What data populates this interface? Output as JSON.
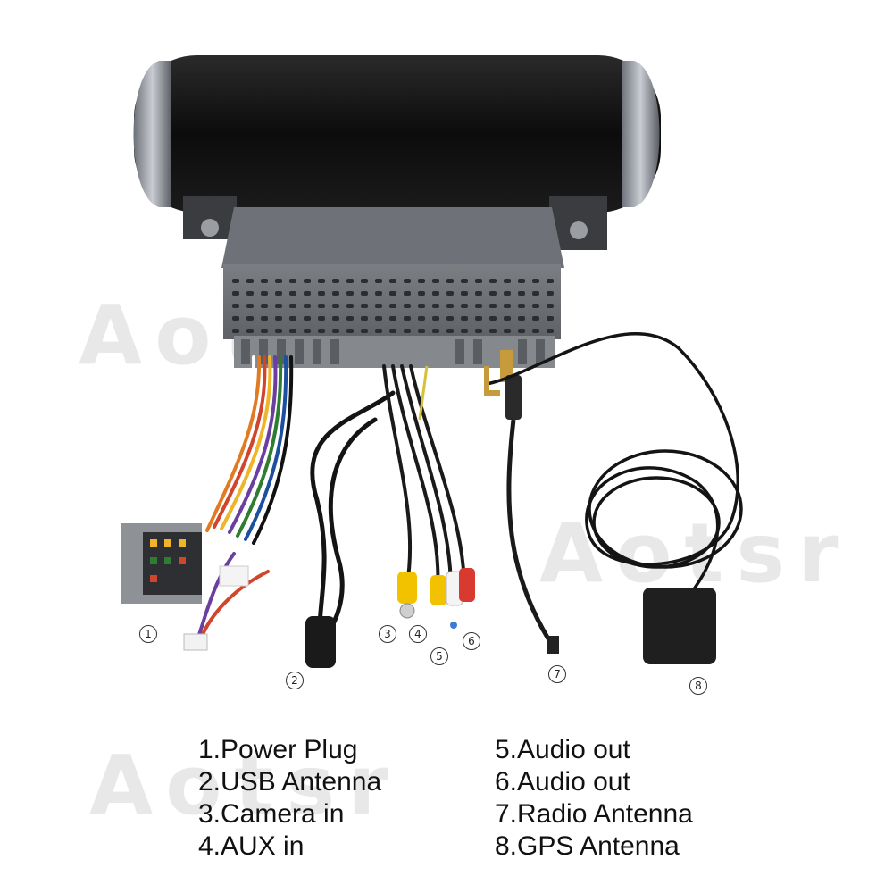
{
  "watermark": "Aotsr",
  "markers": [
    "1",
    "2",
    "3",
    "4",
    "5",
    "6",
    "7",
    "8"
  ],
  "legend_left": [
    "1.Power Plug",
    "2.USB Antenna",
    "3.Camera in",
    "4.AUX in"
  ],
  "legend_right": [
    "5.Audio out",
    "6.Audio out",
    "7.Radio Antenna",
    "8.GPS Antenna"
  ]
}
